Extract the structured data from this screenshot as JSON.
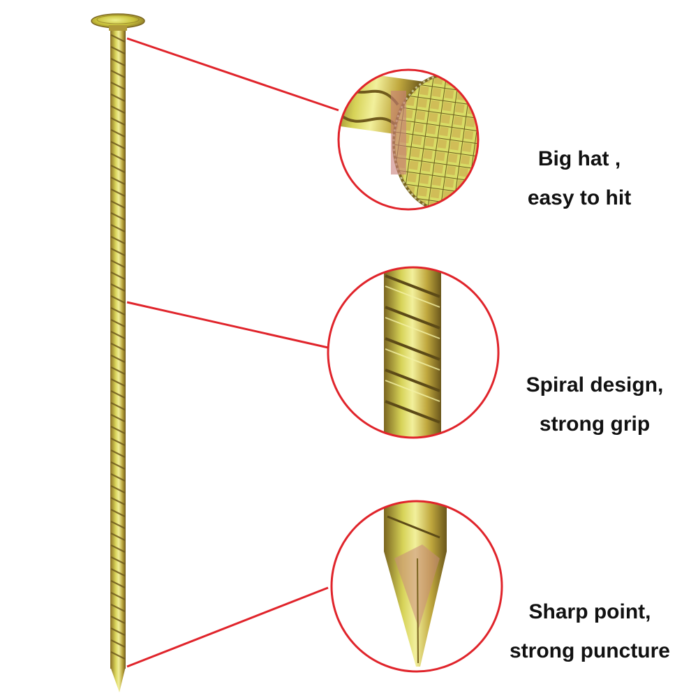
{
  "colors": {
    "callout_red": "#e0242b",
    "metal_yellow": "#c9c23a",
    "metal_gold": "#a58a2c",
    "metal_highlight": "#eef08a",
    "caption_text": "#111111",
    "background": "#ffffff"
  },
  "callouts": [
    {
      "feature": "head",
      "line1": "Big hat ,",
      "line2": "easy to hit"
    },
    {
      "feature": "shank",
      "line1": "Spiral design,",
      "line2": "strong grip"
    },
    {
      "feature": "point",
      "line1": "Sharp point,",
      "line2": "strong puncture"
    }
  ]
}
